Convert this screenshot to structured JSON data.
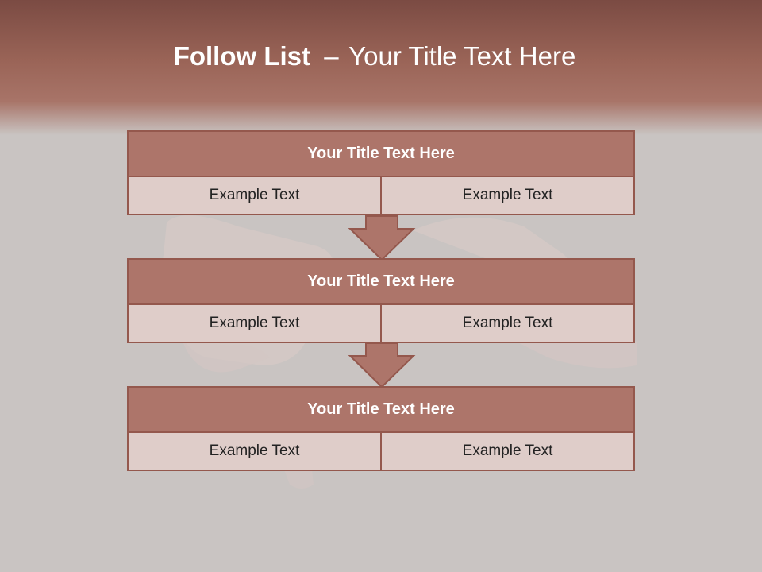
{
  "title": {
    "bold": "Follow List",
    "dash": "–",
    "rest": "Your Title Text Here"
  },
  "steps": [
    {
      "title": "Your Title Text Here",
      "left": "Example Text",
      "right": "Example Text"
    },
    {
      "title": "Your Title Text Here",
      "left": "Example Text",
      "right": "Example Text"
    },
    {
      "title": "Your Title Text Here",
      "left": "Example Text",
      "right": "Example Text"
    }
  ],
  "colors": {
    "header": "#9a6457",
    "block": "#ad756a",
    "cell": "#dfcdc9",
    "border": "#94584d",
    "background": "#c9c4c2"
  }
}
